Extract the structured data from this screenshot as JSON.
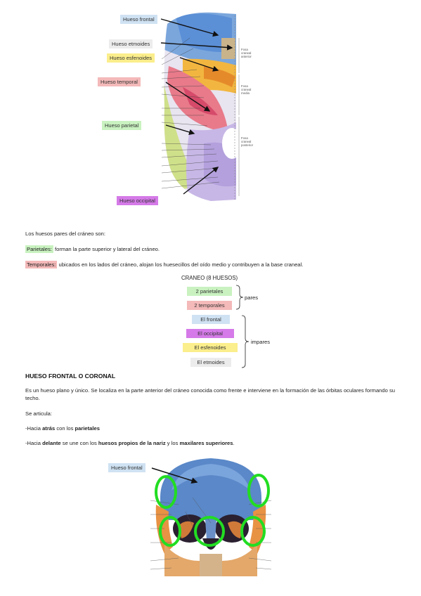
{
  "figure1": {
    "labels": {
      "frontal": "Hueso frontal",
      "etmoides": "Hueso etmoides",
      "esfenoides": "Hueso esfenoides",
      "temporal": "Hueso temporal",
      "parietal": "Hueso parietal",
      "occipital": "Hueso occipital"
    },
    "fossa": {
      "anterior": "Fosa craneal anterior",
      "media": "Fosa craneal media",
      "posterior": "Fosa craneal posterior"
    }
  },
  "intro": "Los huesos pares del cráneo son:",
  "parietales": {
    "term": "Parietales:",
    "text": " forman la parte superior y lateral del cráneo."
  },
  "temporales": {
    "term": "Temporales:",
    "text": " ubicados en los lados del cráneo, alojan los huesecillos del oído medio y contribuyen a la base craneal."
  },
  "diagram": {
    "title": "CRANEO (8 HUESOS)",
    "pares_label": "pares",
    "impares_label": "impares",
    "pares": [
      "2 parietales",
      "2 temporales"
    ],
    "impares": [
      "El frontal",
      "El occipital",
      "El esfenoides",
      "El etmoides"
    ]
  },
  "section": {
    "heading": "HUESO FRONTAL O CORONAL",
    "p1": "Es un hueso plano y único. Se localiza en la parte anterior del cráneo conocida como frente e interviene en la formación de las órbitas oculares formando su techo.",
    "p2": "Se articula:",
    "a1_pre": "-Hacia ",
    "a1_b1": "atrás",
    "a1_mid": " con los ",
    "a1_b2": "parietales",
    "a2_pre": "-Hacia ",
    "a2_b1": "delante",
    "a2_mid": " se une con los ",
    "a2_b2": "huesos propios de la nariz",
    "a2_mid2": " y los ",
    "a2_b3": "maxilares superiores",
    "a2_end": "."
  },
  "figure2": {
    "label": "Hueso frontal"
  },
  "colors": {
    "blue": "#cfe2f3",
    "gray": "#ececec",
    "yellow": "#fbee8c",
    "red": "#f4b9b9",
    "green": "#c9f2c0",
    "purple": "#d57ae8",
    "circle": "#22dd22"
  }
}
